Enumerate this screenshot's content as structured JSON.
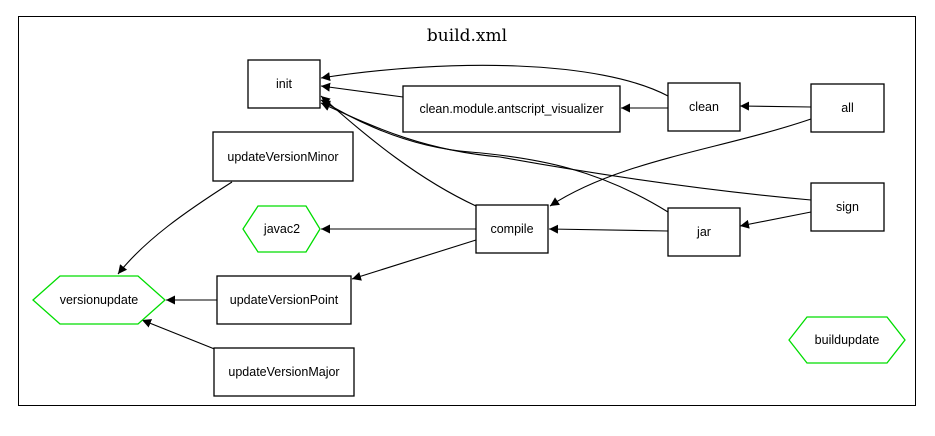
{
  "diagram": {
    "title": "build.xml",
    "node_color": "#000000",
    "hex_color": "#00dd00",
    "nodes": {
      "init": "init",
      "clean_module": "clean.module.antscript_visualizer",
      "clean": "clean",
      "all": "all",
      "update_minor": "updateVersionMinor",
      "javac2": "javac2",
      "compile": "compile",
      "jar": "jar",
      "sign": "sign",
      "versionupdate": "versionupdate",
      "update_point": "updateVersionPoint",
      "update_major": "updateVersionMajor",
      "buildupdate": "buildupdate"
    },
    "edges": [
      {
        "from": "clean",
        "to": "init"
      },
      {
        "from": "clean.module.antscript_visualizer",
        "to": "init"
      },
      {
        "from": "clean",
        "to": "clean.module.antscript_visualizer"
      },
      {
        "from": "all",
        "to": "clean"
      },
      {
        "from": "all",
        "to": "compile"
      },
      {
        "from": "compile",
        "to": "init"
      },
      {
        "from": "jar",
        "to": "init"
      },
      {
        "from": "sign",
        "to": "init"
      },
      {
        "from": "compile",
        "to": "javac2"
      },
      {
        "from": "jar",
        "to": "compile"
      },
      {
        "from": "sign",
        "to": "jar"
      },
      {
        "from": "compile",
        "to": "updateVersionPoint"
      },
      {
        "from": "updateVersionMinor",
        "to": "versionupdate"
      },
      {
        "from": "updateVersionPoint",
        "to": "versionupdate"
      },
      {
        "from": "updateVersionMajor",
        "to": "versionupdate"
      }
    ]
  }
}
